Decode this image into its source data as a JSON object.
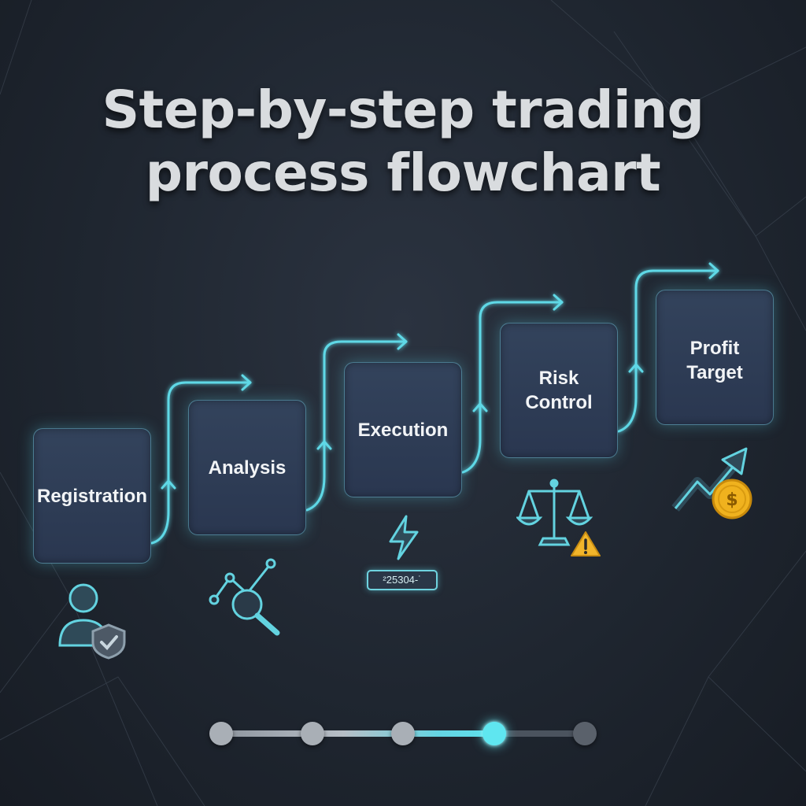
{
  "title": "Step-by-step trading process flowchart",
  "steps": [
    {
      "label": "Registration",
      "icon": "user-shield-icon"
    },
    {
      "label": "Analysis",
      "icon": "magnifier-chart-icon"
    },
    {
      "label": "Execution",
      "icon": "lightning-icon"
    },
    {
      "label": "Risk\nControl",
      "icon": "scales-warning-icon"
    },
    {
      "label": "Profit\nTarget",
      "icon": "growth-coin-icon"
    }
  ],
  "execution_ticker": "²25304-˙",
  "progress": {
    "steps_total": 5,
    "current_step": 4,
    "fill_fraction": 0.75
  },
  "colors": {
    "accent": "#5fe0ec",
    "box": "#2f3d55",
    "background": "#1f2630",
    "title": "#d9dcdf",
    "warning": "#f2b62b",
    "coin": "#f0b21e"
  }
}
